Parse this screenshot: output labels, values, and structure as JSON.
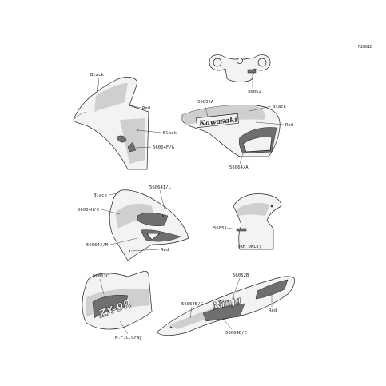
{
  "figure_code": "F2861D",
  "labels": {
    "black_1": "Black",
    "red_1": "Red",
    "black_2": "Black",
    "p56064FG": "56064F/G",
    "p56052": "56052",
    "p56052A": "56052A",
    "black_3": "Black",
    "red_2": "Red",
    "p56064A": "56064/A",
    "black_4": "Black",
    "p56064IL": "56064I/L",
    "p56064HK": "56064H/K",
    "p56064JM": "56064J/M",
    "red_3": "Red",
    "p56051": "56051",
    "rh_only": "(RH ONLY)",
    "p56052C": "56052C",
    "p56064BC": "56064B/C",
    "mfc_gray": "M.F.C.Gray",
    "p56052B": "56052B",
    "red_4": "Red",
    "p56064DE": "56064D/E"
  },
  "decal_text": {
    "tank_logo": "Kawasaki",
    "tail_logo": "Ninja",
    "side_logo": "ZX-9R"
  },
  "colors": {
    "outline": "#222222",
    "fill": "#f3f3f3",
    "shade": "#cfcfcf",
    "dark": "#6f6f6f"
  }
}
